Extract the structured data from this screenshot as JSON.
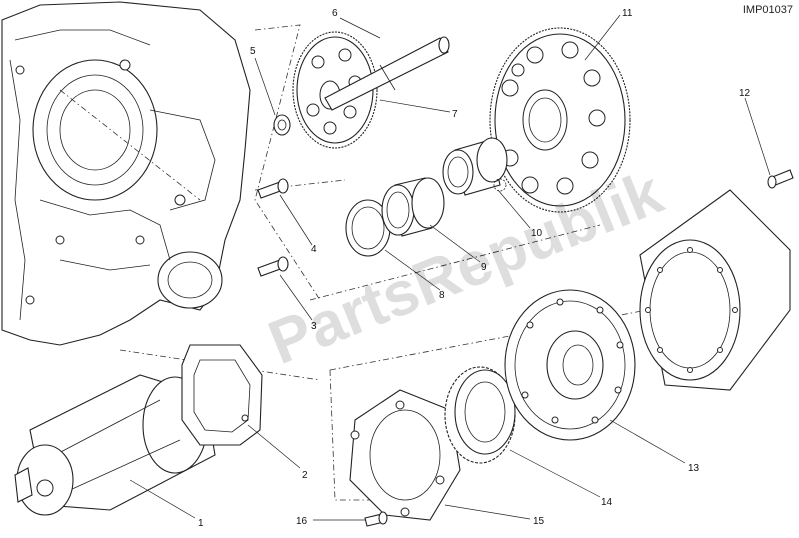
{
  "diagram_code": "IMP01037",
  "watermark": "PartsRepublik",
  "callouts": [
    {
      "id": "1",
      "label": "1"
    },
    {
      "id": "2",
      "label": "2"
    },
    {
      "id": "3",
      "label": "3"
    },
    {
      "id": "4",
      "label": "4"
    },
    {
      "id": "5",
      "label": "5"
    },
    {
      "id": "6",
      "label": "6"
    },
    {
      "id": "7",
      "label": "7"
    },
    {
      "id": "8",
      "label": "8"
    },
    {
      "id": "9",
      "label": "9"
    },
    {
      "id": "10",
      "label": "10"
    },
    {
      "id": "11",
      "label": "11"
    },
    {
      "id": "12",
      "label": "12"
    },
    {
      "id": "13",
      "label": "13"
    },
    {
      "id": "14",
      "label": "14"
    },
    {
      "id": "15",
      "label": "15"
    },
    {
      "id": "16",
      "label": "16"
    }
  ],
  "colors": {
    "line": "#222222",
    "background": "#ffffff",
    "watermark": "#000000"
  }
}
